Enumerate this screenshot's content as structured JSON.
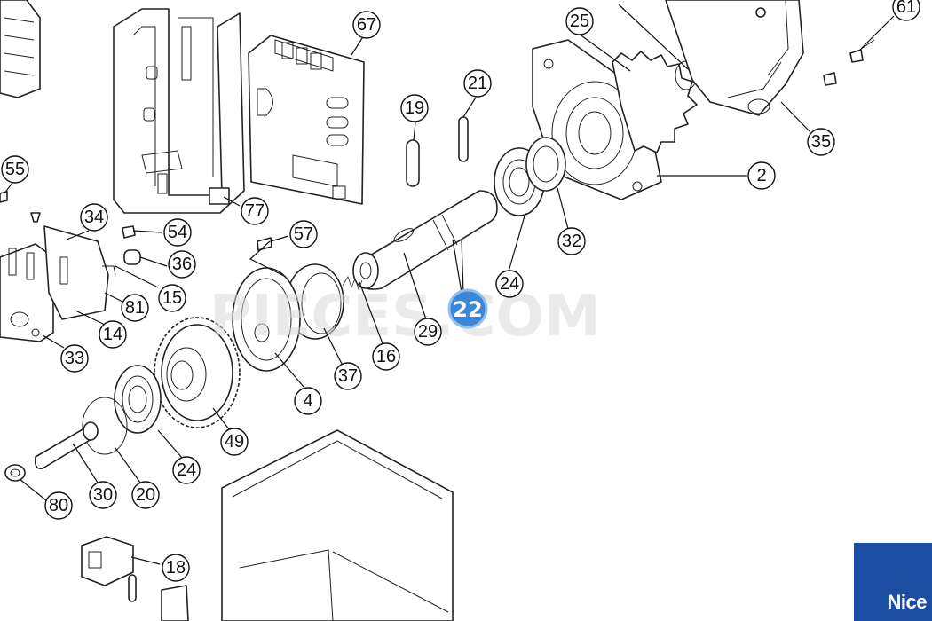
{
  "diagram": {
    "parts": [
      "67",
      "25",
      "61",
      "19",
      "21",
      "55",
      "34",
      "54",
      "57",
      "36",
      "15",
      "81",
      "14",
      "33",
      "35",
      "2",
      "32",
      "24",
      "29",
      "16",
      "37",
      "4",
      "49",
      "20",
      "30",
      "80",
      "18",
      "77"
    ],
    "duplicate_parts": [
      "24"
    ],
    "highlighted_part": "22"
  },
  "watermark": "PIECES.COM",
  "brand": {
    "name": "Nice",
    "color": "#1b4ea3"
  },
  "highlight_color": "#3a86d9"
}
